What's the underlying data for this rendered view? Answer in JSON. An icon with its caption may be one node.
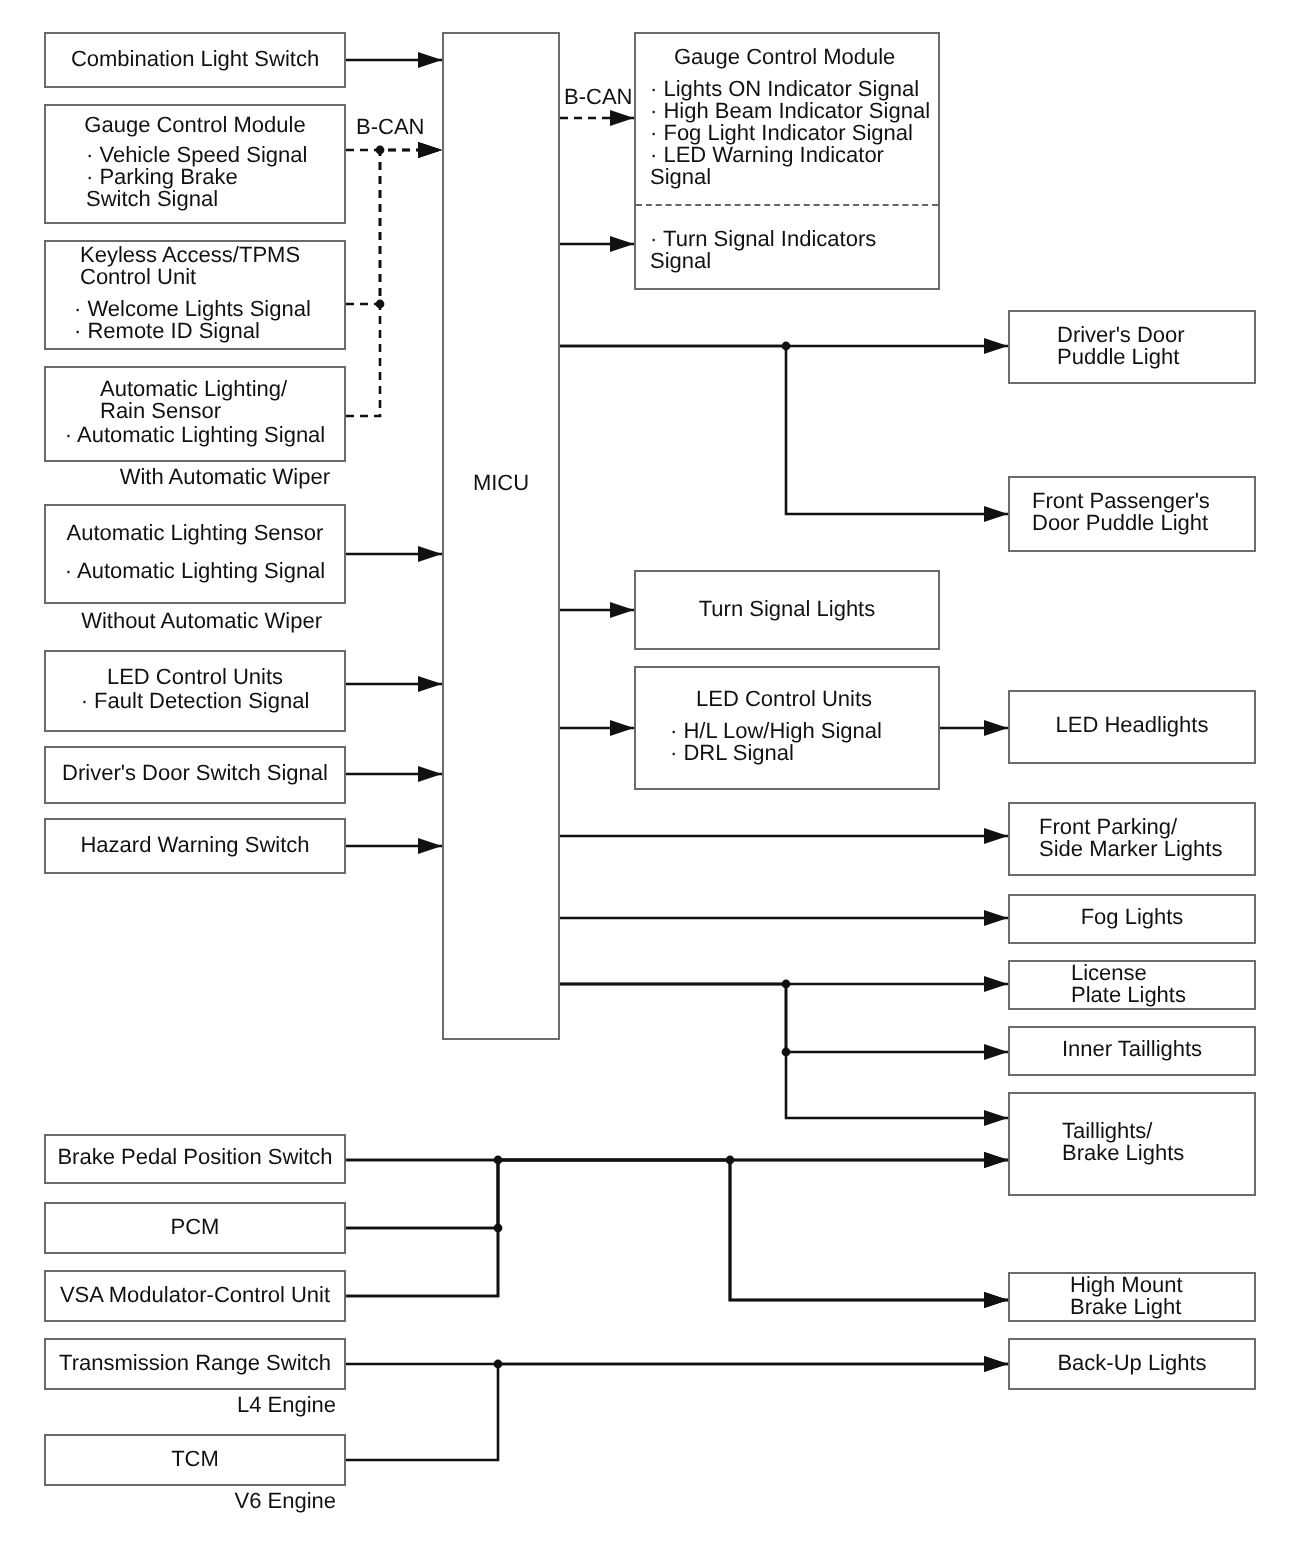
{
  "diagram": {
    "nodes": [
      {
        "text": [
          "Combination Light Switch"
        ]
      },
      {
        "text": [
          "Gauge Control Module",
          "· Vehicle Speed Signal",
          "· Parking Brake Switch Signal"
        ]
      },
      {
        "text": [
          "Keyless Access/TPMS Control Unit",
          "· Welcome Lights Signal",
          "· Remote ID Signal"
        ]
      },
      {
        "text": [
          "Automatic Lighting/ Rain Sensor",
          "· Automatic Lighting Signal"
        ],
        "beside": [
          "With Automatic Wiper"
        ]
      },
      {
        "text": [
          "Automatic Lighting Sensor",
          "· Automatic Lighting Signal"
        ],
        "beside": [
          "Without Automatic Wiper"
        ]
      },
      {
        "text": [
          "LED Control Units",
          "· Fault Detection Signal"
        ]
      },
      {
        "text": [
          "Driver's Door Switch Signal"
        ]
      },
      {
        "text": [
          "Hazard Warning Switch"
        ]
      },
      {
        "text": [
          "MICU"
        ]
      },
      {
        "text": [
          "Gauge Control Module",
          "· Lights ON Indicator Signal",
          "· High Beam Indicator Signal",
          "· Fog Light Indicator Signal",
          "· LED Warning Indicator Signal",
          "· Turn Signal Indicators Signal"
        ]
      },
      {
        "text": [
          "Driver's Door Puddle Light"
        ]
      },
      {
        "text": [
          "Front Passenger's Door Puddle Light"
        ]
      },
      {
        "text": [
          "Turn Signal Lights"
        ]
      },
      {
        "text": [
          "LED Control Units",
          "· H/L Low/High Signal",
          "· DRL Signal"
        ]
      },
      {
        "text": [
          "LED Headlights"
        ]
      },
      {
        "text": [
          "Front Parking/ Side Marker Lights"
        ]
      },
      {
        "text": [
          "Fog Lights"
        ]
      },
      {
        "text": [
          "License Plate Lights"
        ]
      },
      {
        "text": [
          "Inner Taillights"
        ]
      },
      {
        "text": [
          "Taillights/ Brake Lights"
        ]
      },
      {
        "text": [
          "Brake Pedal Position Switch"
        ]
      },
      {
        "text": [
          "PCM"
        ]
      },
      {
        "text": [
          "VSA Modulator-Control Unit"
        ]
      },
      {
        "text": [
          "Transmission Range Switch"
        ],
        "beside": [
          "L4 Engine"
        ]
      },
      {
        "text": [
          "TCM"
        ],
        "beside": [
          "V6 Engine"
        ]
      },
      {
        "text": [
          "High Mount Brake Light"
        ]
      },
      {
        "text": [
          "Back-Up Lights"
        ]
      }
    ],
    "edges": [
      {
        "from": 0,
        "to": 8,
        "arrow": "to"
      },
      {
        "from": 1,
        "to": 8,
        "arrow": "to",
        "style": "dashed",
        "label": "B-CAN"
      },
      {
        "from": 2,
        "to": 8,
        "arrow": "to",
        "style": "dashed"
      },
      {
        "from": 3,
        "to": 8,
        "arrow": "to",
        "style": "dashed"
      },
      {
        "from": 4,
        "to": 8,
        "arrow": "to"
      },
      {
        "from": 5,
        "to": 8,
        "arrow": "to"
      },
      {
        "from": 6,
        "to": 8,
        "arrow": "to"
      },
      {
        "from": 7,
        "to": 8,
        "arrow": "to"
      },
      {
        "from": 8,
        "to": 9,
        "arrow": "to",
        "style": "dashed",
        "label": "B-CAN"
      },
      {
        "from": 8,
        "to": 9,
        "arrow": "to"
      },
      {
        "from": 8,
        "to": 10,
        "arrow": "to"
      },
      {
        "from": 8,
        "to": 11,
        "arrow": "to"
      },
      {
        "from": 8,
        "to": 12,
        "arrow": "to"
      },
      {
        "from": 8,
        "to": 13,
        "arrow": "to"
      },
      {
        "from": 13,
        "to": 14,
        "arrow": "to"
      },
      {
        "from": 8,
        "to": 15,
        "arrow": "to"
      },
      {
        "from": 8,
        "to": 16,
        "arrow": "to"
      },
      {
        "from": 8,
        "to": 17,
        "arrow": "to"
      },
      {
        "from": 8,
        "to": 18,
        "arrow": "to"
      },
      {
        "from": 8,
        "to": 19,
        "arrow": "to"
      },
      {
        "from": 20,
        "to": 19,
        "arrow": "to"
      },
      {
        "from": 21,
        "to": 19,
        "arrow": "to"
      },
      {
        "from": 22,
        "to": 19,
        "arrow": "to"
      },
      {
        "from": 20,
        "to": 25,
        "arrow": "to"
      },
      {
        "from": 21,
        "to": 25,
        "arrow": "to"
      },
      {
        "from": 22,
        "to": 25,
        "arrow": "to"
      },
      {
        "from": 23,
        "to": 26,
        "arrow": "to"
      },
      {
        "from": 24,
        "to": 26,
        "arrow": "to"
      }
    ]
  }
}
